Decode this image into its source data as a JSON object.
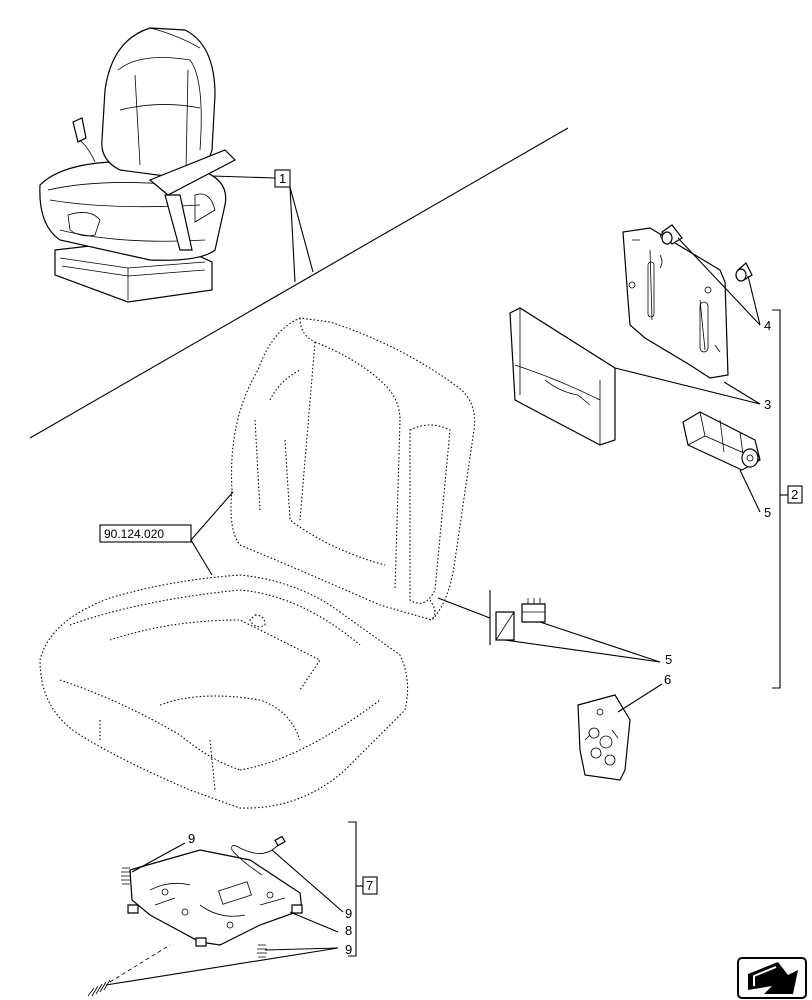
{
  "diagram": {
    "reference_label": "90.124.020",
    "callouts": {
      "item_1": "1",
      "item_2": "2",
      "item_3": "3",
      "item_4": "4",
      "item_5_upper": "5",
      "item_5_lower": "5",
      "item_6": "6",
      "item_7": "7",
      "item_8": "8",
      "item_9_top": "9",
      "item_9_mid": "9",
      "item_9_bottom": "9"
    },
    "nav_icon": "next-page-arrow-icon"
  }
}
